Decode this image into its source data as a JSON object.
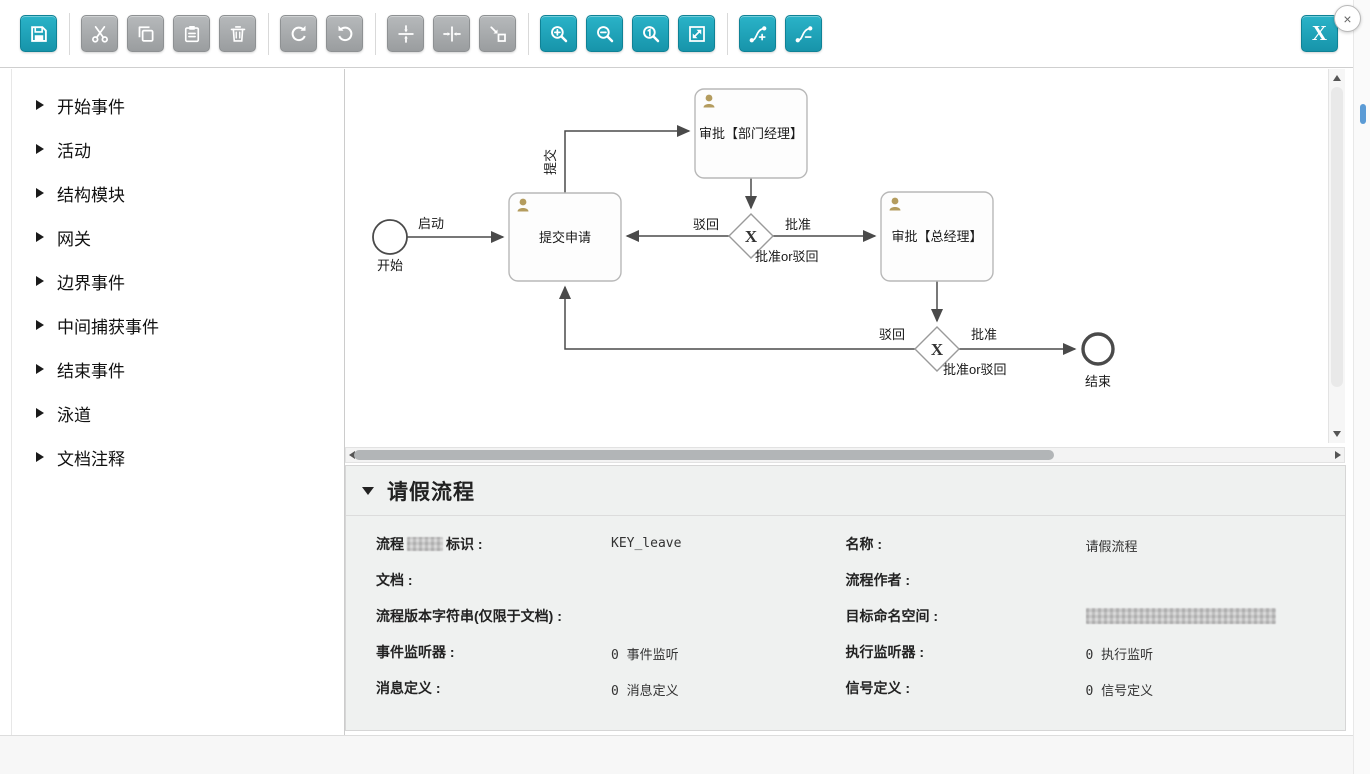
{
  "toolbar": {
    "x_button_label": "X",
    "buttons": [
      {
        "name": "save",
        "icon": "save-icon",
        "enabled": true
      },
      {
        "name": "cut",
        "icon": "cut-icon",
        "enabled": false
      },
      {
        "name": "copy",
        "icon": "copy-icon",
        "enabled": false
      },
      {
        "name": "paste",
        "icon": "paste-icon",
        "enabled": false
      },
      {
        "name": "delete",
        "icon": "trash-icon",
        "enabled": false
      },
      {
        "name": "redo",
        "icon": "redo-arrow-icon",
        "enabled": false
      },
      {
        "name": "undo",
        "icon": "undo-arrow-icon",
        "enabled": false
      },
      {
        "name": "align-vertical",
        "icon": "align-vertical-icon",
        "enabled": false
      },
      {
        "name": "align-horizontal",
        "icon": "align-horizontal-icon",
        "enabled": false
      },
      {
        "name": "same-size",
        "icon": "same-size-icon",
        "enabled": false
      },
      {
        "name": "zoom-in",
        "icon": "zoom-in-icon",
        "enabled": true
      },
      {
        "name": "zoom-out",
        "icon": "zoom-out-icon",
        "enabled": true
      },
      {
        "name": "zoom-actual",
        "icon": "zoom-actual-icon",
        "enabled": true
      },
      {
        "name": "zoom-fit",
        "icon": "zoom-fit-icon",
        "enabled": true
      },
      {
        "name": "bendpoint-add",
        "icon": "bendpoint-add-icon",
        "enabled": true
      },
      {
        "name": "bendpoint-remove",
        "icon": "bendpoint-remove-icon",
        "enabled": true
      }
    ]
  },
  "sidebar": {
    "items": [
      {
        "label": "开始事件"
      },
      {
        "label": "活动"
      },
      {
        "label": "结构模块"
      },
      {
        "label": "网关"
      },
      {
        "label": "边界事件"
      },
      {
        "label": "中间捕获事件"
      },
      {
        "label": "结束事件"
      },
      {
        "label": "泳道"
      },
      {
        "label": "文档注释"
      }
    ]
  },
  "diagram": {
    "start": {
      "label": "开始"
    },
    "end": {
      "label": "结束"
    },
    "tasks": [
      {
        "label": "提交申请"
      },
      {
        "label": "审批【部门经理】"
      },
      {
        "label": "审批【总经理】"
      }
    ],
    "gateways": [
      {
        "symbol": "X",
        "label": "批准or驳回"
      },
      {
        "symbol": "X",
        "label": "批准or驳回"
      }
    ],
    "flows": {
      "start_flow": "启动",
      "submit_flow": "提交",
      "gw1_reject": "驳回",
      "gw1_approve": "批准",
      "gw2_reject": "驳回",
      "gw2_approve": "批准"
    }
  },
  "properties": {
    "title": "请假流程",
    "fields_left": [
      {
        "label_prefix": "流程",
        "label_suffix": "标识 :",
        "value": "KEY_leave",
        "label_redacted": true
      },
      {
        "label": "文档 :",
        "value": ""
      },
      {
        "label": "流程版本字符串(仅限于文档) :",
        "value": ""
      },
      {
        "label": "事件监听器 :",
        "value": "0 事件监听"
      },
      {
        "label": "消息定义 :",
        "value": "0 消息定义"
      }
    ],
    "fields_right": [
      {
        "label": "名称 :",
        "value": "请假流程"
      },
      {
        "label": "流程作者 :",
        "value": ""
      },
      {
        "label": "目标命名空间 :",
        "value": "",
        "value_redacted": true
      },
      {
        "label": "执行监听器 :",
        "value": "0 执行监听"
      },
      {
        "label": "信号定义 :",
        "value": "0 信号定义"
      }
    ]
  },
  "footer": {
    "close_symbol": "×"
  }
}
